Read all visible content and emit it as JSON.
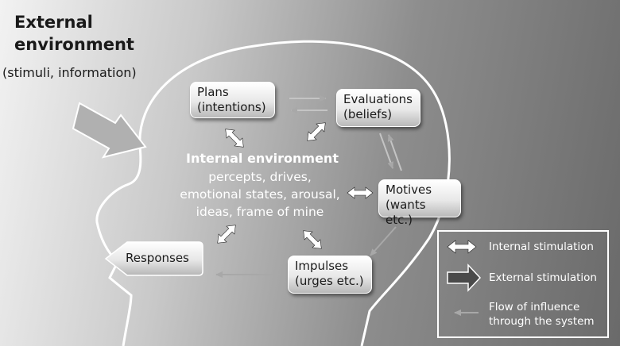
{
  "title": {
    "line1": "External",
    "line2": "environment",
    "sub": "(stimuli, information)"
  },
  "center": {
    "heading": "Internal environment",
    "lines": [
      "percepts, drives,",
      "emotional states, arousal,",
      "ideas, frame of mine"
    ]
  },
  "boxes": {
    "plans": [
      "Plans",
      "(intentions)"
    ],
    "evaluations": [
      "Evaluations",
      "(beliefs)"
    ],
    "motives": [
      "Motives",
      "(wants etc.)"
    ],
    "impulses": [
      "Impulses",
      "(urges etc.)"
    ],
    "responses": "Responses"
  },
  "legend": {
    "internal": "Internal stimulation",
    "external": "External stimulation",
    "flow_line1": "Flow of influence",
    "flow_line2": "through the system"
  },
  "colors": {
    "head_outline": "#ffffff",
    "flow_arrow": "#a8a8a8",
    "legend_border": "#ffffff"
  }
}
